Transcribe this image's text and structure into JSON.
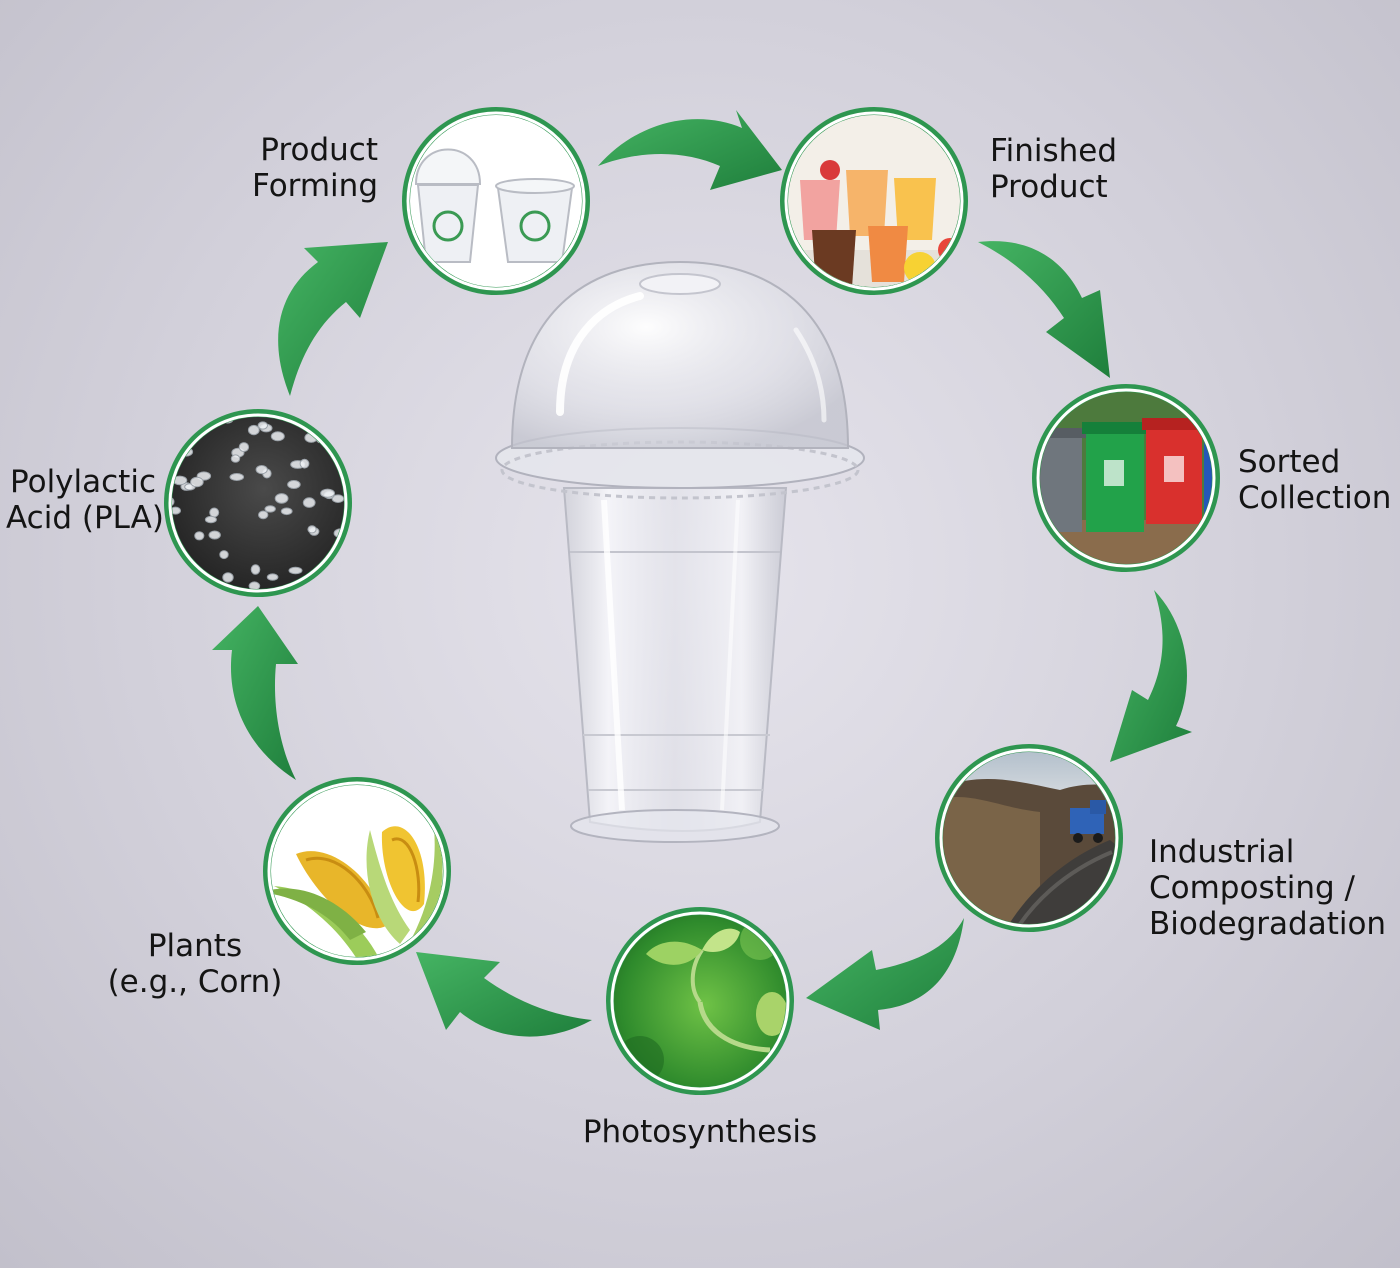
{
  "diagram": {
    "type": "cycle",
    "center_image": "clear-pla-dome-lid-cup",
    "accent_color": "#2f9a4f",
    "ring_color": "#2e9650",
    "steps": [
      {
        "id": "product-forming",
        "lines": [
          "Product",
          "Forming"
        ],
        "image": "pla-cups-with-lids"
      },
      {
        "id": "finished-product",
        "lines": [
          "Finished",
          "Product"
        ],
        "image": "juice-drinks-in-cups"
      },
      {
        "id": "sorted-collection",
        "lines": [
          "Sorted",
          "Collection"
        ],
        "image": "sorting-waste-bins"
      },
      {
        "id": "industrial-composting",
        "lines": [
          "Industrial",
          "Composting /",
          "Biodegradation"
        ],
        "image": "compost-site-truck"
      },
      {
        "id": "photosynthesis",
        "lines": [
          "Photosynthesis"
        ],
        "image": "green-sprout"
      },
      {
        "id": "plants",
        "lines": [
          "Plants",
          "(e.g., Corn)"
        ],
        "image": "corn-cobs"
      },
      {
        "id": "pla",
        "lines": [
          "Polylactic",
          "Acid (PLA)"
        ],
        "image": "pla-pellets"
      }
    ]
  }
}
